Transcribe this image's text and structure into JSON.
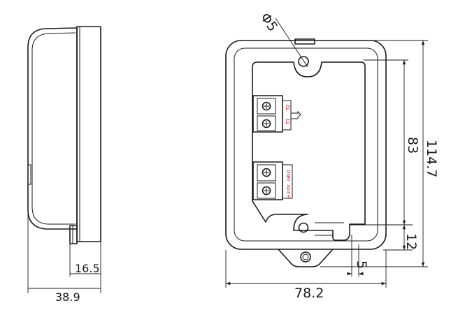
{
  "dimensions": {
    "hole_diameter": "Φ5",
    "side_depth_small": "16.5",
    "side_depth_total": "38.9",
    "front_width": "78.2",
    "inner_height": "83",
    "total_height": "114.7",
    "bottom_offset": "12",
    "tab_offset": "5"
  },
  "terminals": {
    "top_block": [
      "T1",
      "T2"
    ],
    "bottom_block": [
      "+24V",
      "GND"
    ]
  },
  "colors": {
    "line": "#1a1a1a",
    "terminal_label": "#d62020"
  }
}
